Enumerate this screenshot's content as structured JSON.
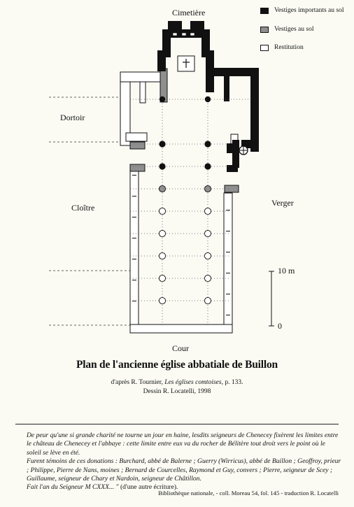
{
  "labels": {
    "north": "Cimetière",
    "dormitory": "Dortoir",
    "cloister": "Cloître",
    "orchard": "Verger",
    "courtyard": "Cour"
  },
  "legend": {
    "important": "Vestiges importants au sol",
    "ground": "Vestiges au sol",
    "restitution": "Restitution",
    "colors": {
      "important": "#111111",
      "ground": "#8f8f8f",
      "restitution": "#ffffff"
    }
  },
  "scale": {
    "top": "10 m",
    "bottom": "0"
  },
  "title": "Plan de l'ancienne église abbatiale de Buillon",
  "credit": {
    "prefix": "d'après R. Tournier, ",
    "book": "Les églises comtoises",
    "suffix": ", p. 133.",
    "drawing": "Dessin  R. Locatelli, 1998"
  },
  "quote": {
    "p1": "De peur qu'une si grande charité ne tourne un jour en haine, lesdits seigneurs de Chenecey fixèrent les limites entre le château de Chenecey et l'abbaye : cette limite entre eux va du rocher de Bélitère tout droit vers le point où le soleil se lève en été.",
    "p2": "Furent témoins de ces donations : Burchard, abbé de Balerne ; Guerry (Wirricus), abbé de Buillon ; Geoffroy, prieur ; Philippe, Pierre de Nans, moines ; Bernard de Courcelles, Raymond et Guy, convers ; Pierre, seigneur de Scey ; Guillaume, seigneur de Chary et Nardoin, seigneur de Châtillon.",
    "p3": "Fait l'an du Seigneur M CXXX... \"",
    "p3_tail": " (d'une autre écriture).",
    "source": "Bibliothèque nationale, - coll. Moreau 54, fol. 145 - traduction R. Locatelli"
  }
}
